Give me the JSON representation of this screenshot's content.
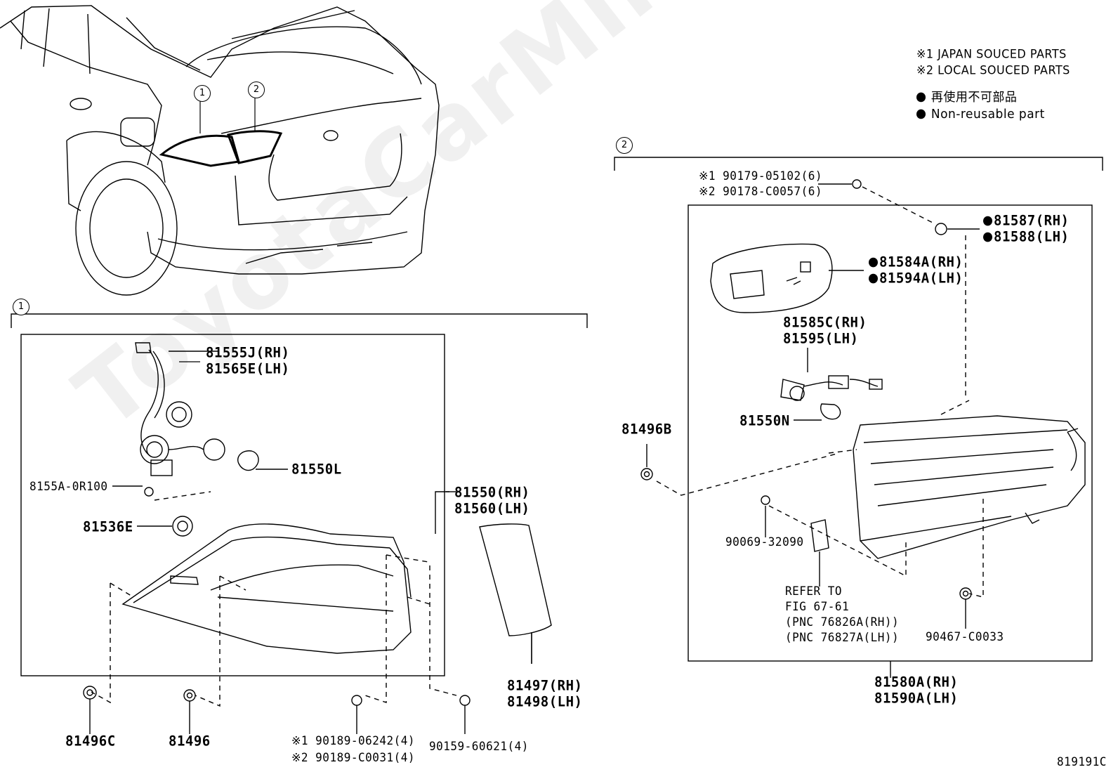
{
  "notes": {
    "japan": "※1 JAPAN SOUCED PARTS",
    "local": "※2 LOCAL SOUCED PARTS",
    "non_reusable_jp": "再使用不可部品",
    "non_reusable_en": "Non-reusable part"
  },
  "watermark": "ToyotaCarMine.ru",
  "callouts": {
    "one": "1",
    "two": "2"
  },
  "figure_code": "819191C",
  "section1": {
    "harness_rh": "81555J(RH)",
    "harness_lh": "81565E(LH)",
    "bulb": "81550L",
    "screw": "8155A-0R100",
    "socket": "81536E",
    "lamp_rh": "81550(RH)",
    "lamp_lh": "81560(LH)",
    "reflector_rh": "81497(RH)",
    "reflector_lh": "81498(LH)",
    "nut_c": "81496C",
    "nut": "81496",
    "screw_j": "※1 90189-06242(4)",
    "screw_l": "※2 90189-C0031(4)",
    "screw2": "90159-60621(4)"
  },
  "section2": {
    "clip_j": "※1 90179-05102(6)",
    "clip_l": "※2 90178-C0057(6)",
    "gasket_rh": "81587(RH)",
    "gasket_lh": "81588(LH)",
    "cover_rh": "81584A(RH)",
    "cover_lh": "81594A(LH)",
    "socket_rh": "81585C(RH)",
    "socket_lh": "81595(LH)",
    "bulb": "81550N",
    "nut": "81496B",
    "screw": "90069-32090",
    "refer1": "REFER TO",
    "refer2": "FIG 67-61",
    "refer3": "(PNC 76826A(RH))",
    "refer4": "(PNC 76827A(LH))",
    "clip": "90467-C0033",
    "lamp_rh": "81580A(RH)",
    "lamp_lh": "81590A(LH)"
  }
}
